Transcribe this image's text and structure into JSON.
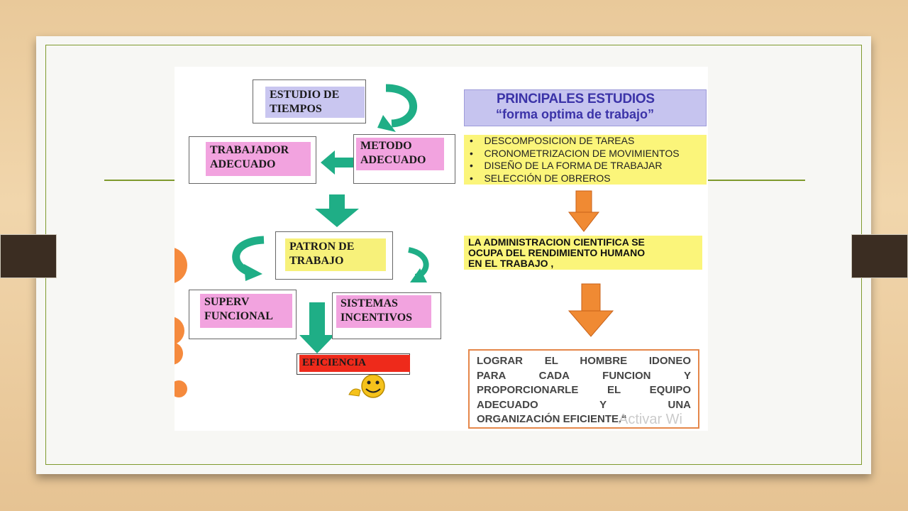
{
  "diagram": {
    "left": {
      "estudio": [
        "ESTUDIO DE",
        "TIEMPOS"
      ],
      "trabajador": [
        "TRABAJADOR",
        "ADECUADO"
      ],
      "metodo": [
        "METODO",
        "ADECUADO"
      ],
      "patron": [
        "PATRON DE",
        "TRABAJO"
      ],
      "superv": [
        "SUPERV",
        "FUNCIONAL"
      ],
      "sistemas": [
        "SISTEMAS",
        "INCENTIVOS"
      ],
      "eficiencia": "EFICIENCIA"
    },
    "right": {
      "header": [
        "PRINCIPALES ESTUDIOS",
        "“forma optima de trabajo”"
      ],
      "studies": [
        "DESCOMPOSICION DE TAREAS",
        "CRONOMETRIZACION DE MOVIMIENTOS",
        "DISEÑO DE LA FORMA DE TRABAJAR",
        "SELECCIÓN DE OBREROS"
      ],
      "statement": [
        "LA ADMINISTRACION CIENTIFICA SE",
        "OCUPA DEL RENDIMIENTO HUMANO",
        "EN EL TRABAJO ,"
      ],
      "goal": [
        "LOGRAR EL HOMBRE IDONEO",
        "PARA CADA FUNCION Y",
        "PROPORCIONARLE EL EQUIPO",
        "ADECUADO Y UNA",
        "ORGANIZACIÓN EFICIENTE.“"
      ]
    },
    "watermark": "Activar Wi",
    "colors": {
      "lavender": "#c9c6f0",
      "pink": "#f2a3df",
      "yellow": "#f7f17a",
      "green_arrow": "#1fae86",
      "orange_arrow": "#f08a33",
      "red_label": "#ee2a1b"
    }
  }
}
